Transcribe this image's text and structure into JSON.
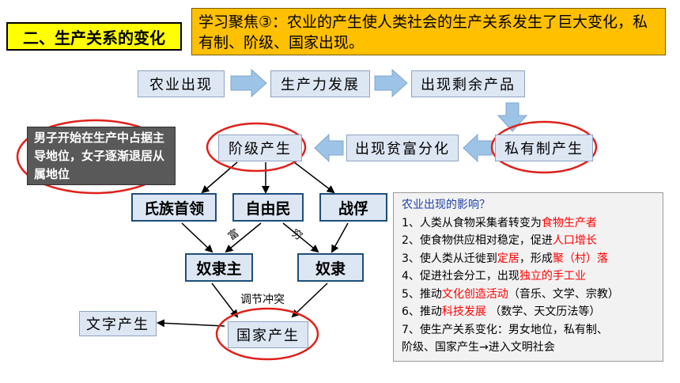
{
  "title": "二、生产关系的变化",
  "focus": "学习聚焦③：农业的产生使人类社会的生产关系发生了巨大变化，私有制、阶级、国家出现。",
  "chain": {
    "agri": "农业出现",
    "productivity": "生产力发展",
    "surplus": "出现剩余产品",
    "private": "私有制产生",
    "wealth_gap": "出现贫富分化",
    "classes": "阶级产生",
    "writing": "文字产生",
    "state": "国家产生"
  },
  "gender_note": "男子开始在生产中占据主导地位，女子逐渐退居从属地位",
  "groups": {
    "leaders": "氏族首领",
    "freemen": "自由民",
    "captives": "战俘",
    "masters": "奴隶主",
    "slaves": "奴隶"
  },
  "edge_labels": {
    "rich": "富",
    "poor": "穷",
    "regulate": "调节冲突"
  },
  "impacts": {
    "heading": "农业出现的影响？",
    "items": [
      {
        "pre": "1、人类从食物采集者转变为",
        "hl": "食物生产者",
        "post": ""
      },
      {
        "pre": "2、使食物供应相对稳定，促进",
        "hl": "人口增长",
        "post": ""
      },
      {
        "pre": "3、使人类从迁徙到",
        "hl": "定居",
        "mid": "，形成",
        "hl2": "聚（村）落",
        "post": ""
      },
      {
        "pre": "4、促进社会分工，出现",
        "hl": "独立的手工业",
        "post": ""
      },
      {
        "pre": "5、推动",
        "hl": "文化创造活动",
        "post": "（音乐、文学、宗教）"
      },
      {
        "pre": "6、推动",
        "hl": "科技发展",
        "post": " （数学、天文历法等）"
      },
      {
        "pre": "7、使生产关系变化：男女地位，私有制、",
        "hl": "",
        "post": ""
      },
      {
        "pre": "阶级、国家产生→进入文明社会",
        "hl": "",
        "post": ""
      }
    ]
  },
  "colors": {
    "accent_yellow": "#FFFF00",
    "focus_orange": "#FFC000",
    "box_fill": "#DDE6F3",
    "arrow_blue": "#9DC3E6",
    "circle_red": "#E0201B"
  }
}
